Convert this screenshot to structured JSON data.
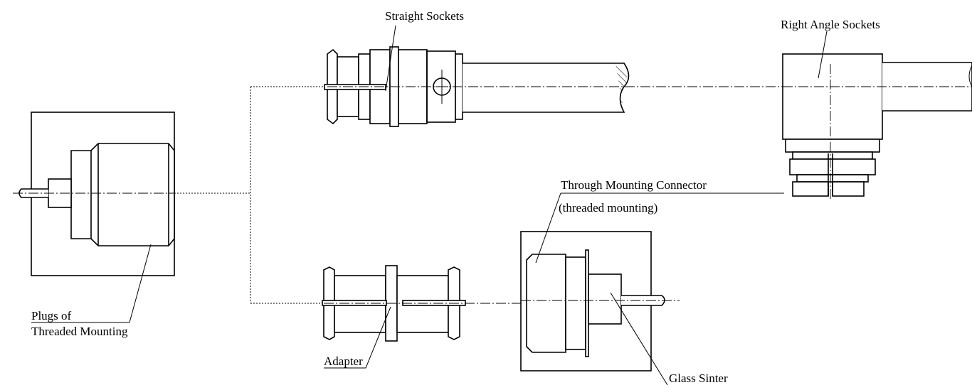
{
  "labels": {
    "straight_sockets": "Straight Sockets",
    "right_angle_sockets": "Right Angle Sockets",
    "through_mounting_line1": "Through Mounting Connector",
    "through_mounting_line2": "(threaded mounting)",
    "plugs_line1": "Plugs of",
    "plugs_line2": "Threaded Mounting",
    "adapter": "Adapter",
    "glass_sinter": "Glass Sinter"
  }
}
